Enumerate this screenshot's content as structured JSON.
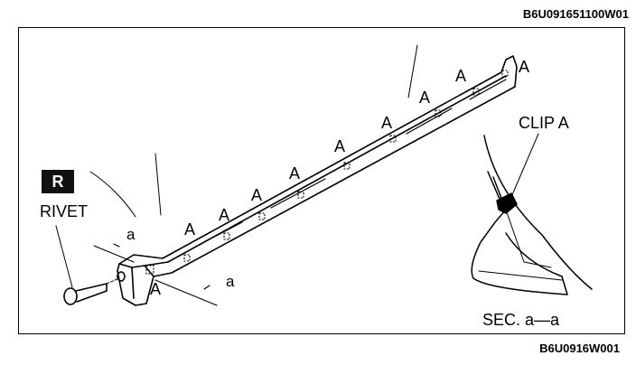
{
  "header": {
    "code": "B6U091651100W01"
  },
  "footer": {
    "code": "B6U0916W001"
  },
  "badge": {
    "label": "R"
  },
  "labels": {
    "rivet": "RIVET",
    "clip": "CLIP A",
    "section": "SEC. a—a",
    "cut": "a",
    "clip_mark": "A"
  }
}
